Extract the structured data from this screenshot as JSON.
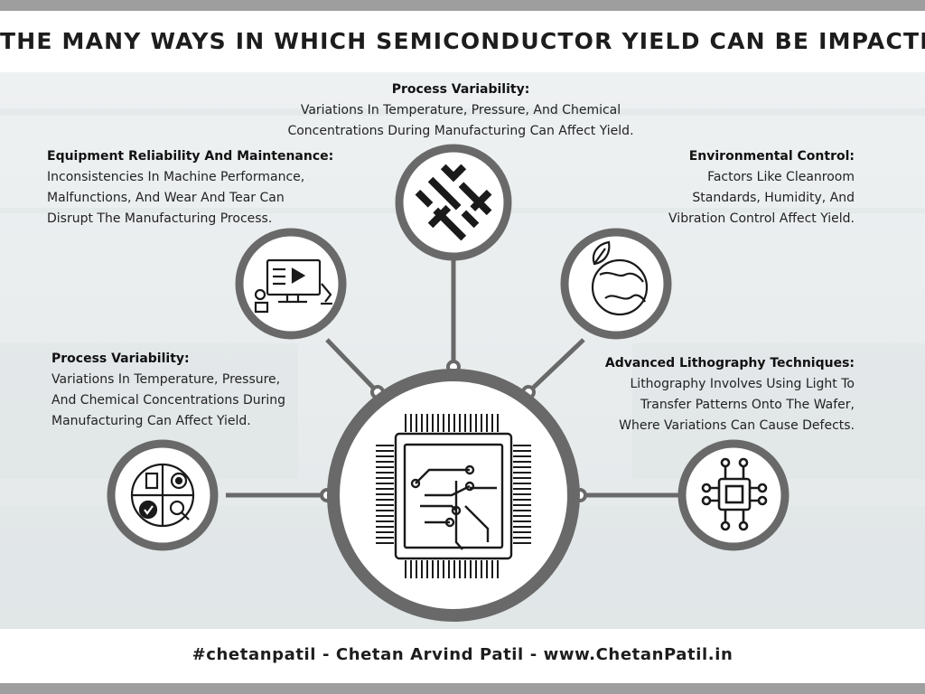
{
  "title": "THE MANY WAYS IN WHICH SEMICONDUCTOR YIELD CAN BE IMPACTED",
  "footer": "#chetanpatil - Chetan Arvind Patil - www.ChetanPatil.in",
  "colors": {
    "ring": "#696969",
    "bar": "#9e9e9e",
    "icon": "#1a1a1a"
  },
  "hub": {
    "icon": "chip-circuit-icon"
  },
  "items": [
    {
      "heading": "Process Variability:",
      "body": [
        "Variations In Temperature, Pressure, And Chemical",
        "Concentrations During Manufacturing Can Affect Yield."
      ],
      "icon": "weave-pattern-icon"
    },
    {
      "heading": "Equipment Reliability And Maintenance:",
      "body": [
        "Inconsistencies In Machine Performance,",
        "Malfunctions, And Wear And Tear Can",
        "Disrupt The Manufacturing Process."
      ],
      "icon": "robotic-workstation-icon"
    },
    {
      "heading": "Environmental Control:",
      "body": [
        "Factors Like Cleanroom",
        "Standards, Humidity, And",
        "Vibration Control Affect Yield."
      ],
      "icon": "earth-leaf-icon"
    },
    {
      "heading": "Process Variability:",
      "body": [
        "Variations In Temperature, Pressure,",
        "And Chemical Concentrations During",
        "Manufacturing Can Affect Yield."
      ],
      "icon": "process-cycle-icon"
    },
    {
      "heading": "Advanced Lithography Techniques:",
      "body": [
        "Lithography Involves Using Light To",
        "Transfer Patterns Onto The Wafer,",
        "Where Variations Can Cause Defects."
      ],
      "icon": "microchip-icon"
    }
  ]
}
